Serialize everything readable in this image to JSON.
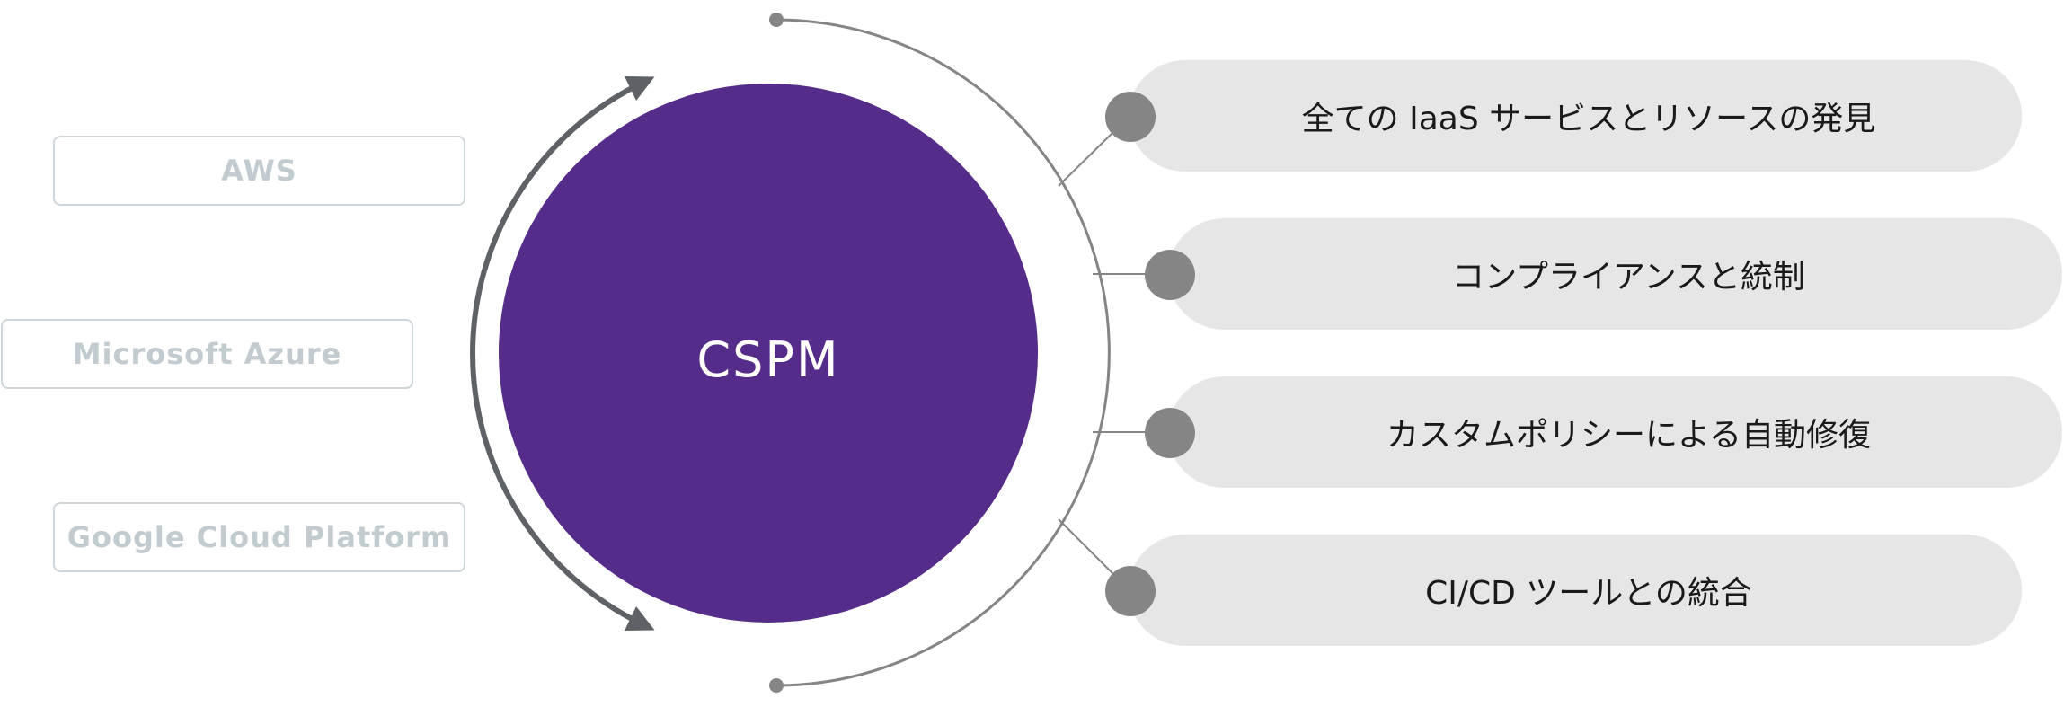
{
  "center": {
    "label": "CSPM",
    "color": "#552c8a"
  },
  "providers": [
    {
      "label": "AWS"
    },
    {
      "label": "Microsoft Azure"
    },
    {
      "label": "Google Cloud Platform"
    }
  ],
  "features": [
    {
      "label": "全ての IaaS サービスとリソースの発見"
    },
    {
      "label": "コンプライアンスと統制"
    },
    {
      "label": "カスタムポリシーによる自動修復"
    },
    {
      "label": "CI/CD ツールとの統合"
    }
  ],
  "colors": {
    "circle": "#552c8a",
    "arrow": "#5e6266",
    "outer_arc": "#858585",
    "pill_background": "#e6e6e6",
    "provider_text": "#c2cbd0",
    "provider_border": "#cfd6da"
  },
  "icons": {
    "left_arrows": "curved-double-arrow-icon",
    "outer_arc": "bracket-arc",
    "feature_markers": "dot-icon"
  }
}
